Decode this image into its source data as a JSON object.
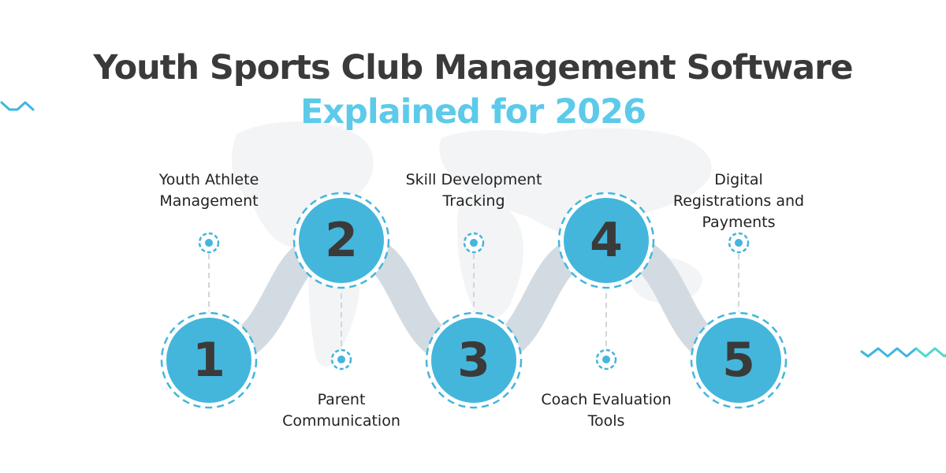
{
  "header": {
    "title": "Youth Sports Club Management Software",
    "subtitle": "Explained for 2026"
  },
  "colors": {
    "title": "#3a3a3a",
    "accent": "#5dcaea",
    "circle_fill": "#44b6db",
    "dash": "#44b6db",
    "ribbon": "#d3dbe2",
    "connector": "#d0d6dc",
    "map": "#f3f4f5"
  },
  "steps": [
    {
      "number": "1",
      "label": "Youth Athlete Management",
      "label_lines": [
        "Youth Athlete",
        "Management"
      ],
      "position": "bottom",
      "label_side": "top"
    },
    {
      "number": "2",
      "label": "Parent Communication",
      "label_lines": [
        "Parent",
        "Communication"
      ],
      "position": "top",
      "label_side": "bottom"
    },
    {
      "number": "3",
      "label": "Skill Development Tracking",
      "label_lines": [
        "Skill Development",
        "Tracking"
      ],
      "position": "bottom",
      "label_side": "top"
    },
    {
      "number": "4",
      "label": "Coach Evaluation Tools",
      "label_lines": [
        "Coach Evaluation",
        "Tools"
      ],
      "position": "top",
      "label_side": "bottom"
    },
    {
      "number": "5",
      "label": "Digital Registrations and Payments",
      "label_lines": [
        "Digital",
        "Registrations and",
        "Payments"
      ],
      "position": "bottom",
      "label_side": "top"
    }
  ],
  "decorations": {
    "left_wave": "wave-icon",
    "right_wave": "wave-icon",
    "background": "world-map"
  }
}
